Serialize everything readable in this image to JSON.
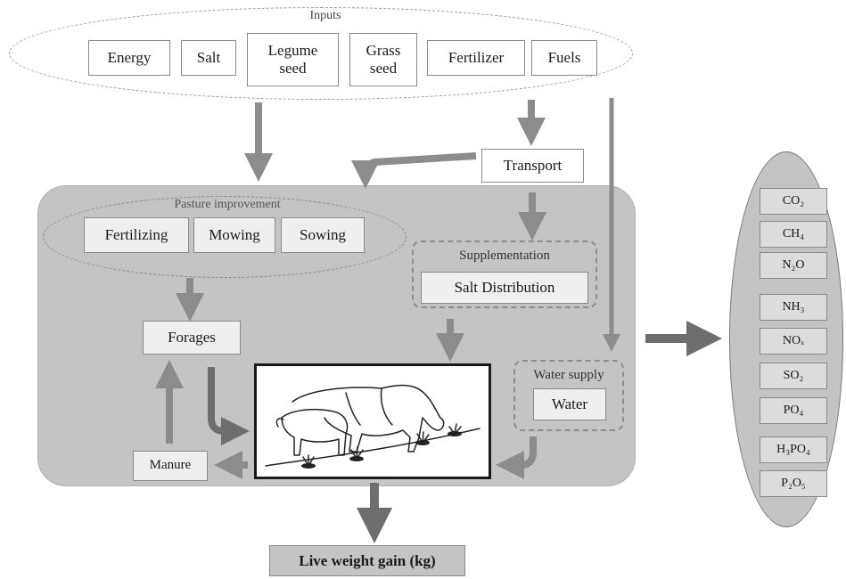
{
  "inputs": {
    "title": "Inputs",
    "items": [
      "Energy",
      "Salt",
      "Legume seed",
      "Grass seed",
      "Fertilizer",
      "Fuels"
    ]
  },
  "transport": "Transport",
  "pasture": {
    "title": "Pasture improvement",
    "items": [
      "Fertilizing",
      "Mowing",
      "Sowing"
    ]
  },
  "supplementation": {
    "title": "Supplementation",
    "item": "Salt Distribution"
  },
  "forages": "Forages",
  "manure": "Manure",
  "water_supply": {
    "title": "Water supply",
    "item": "Water"
  },
  "output": "Live weight gain (kg)",
  "emissions": [
    "CO₂",
    "CH₄",
    "N₂O",
    "NH₃",
    "NOₓ",
    "SO₂",
    "PO₄",
    "H₃PO₄",
    "P₂O₅"
  ],
  "colors": {
    "panel": "#c4c4c4",
    "arrow": "#8c8c8c",
    "dark_arrow": "#6e6e6e"
  },
  "icons": {
    "picture": "cattle-grazing-illustration"
  }
}
